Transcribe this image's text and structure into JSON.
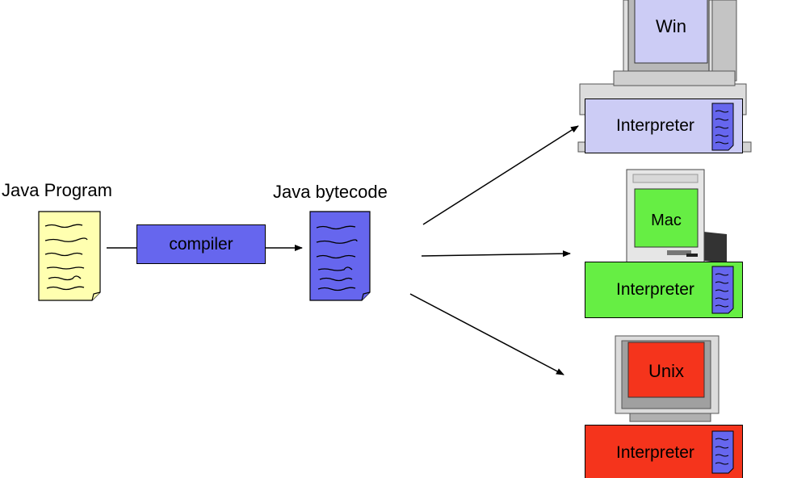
{
  "source": {
    "label": "Java Program"
  },
  "compiler": {
    "label": "compiler"
  },
  "bytecode": {
    "label": "Java bytecode"
  },
  "platforms": [
    {
      "name": "Win",
      "interpreter_label": "Interpreter",
      "color": "#CCCCF5"
    },
    {
      "name": "Mac",
      "interpreter_label": "Interpreter",
      "color": "#66EE44"
    },
    {
      "name": "Unix",
      "interpreter_label": "Interpreter",
      "color": "#F5341C"
    }
  ],
  "colors": {
    "source_doc": "#FFFFB0",
    "bytecode_doc": "#6666EE",
    "compiler_box": "#6666EE"
  }
}
